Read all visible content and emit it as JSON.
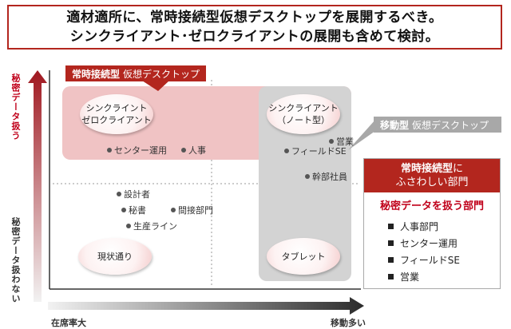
{
  "header": {
    "line1": "適材適所に、常時接続型仮想デスクトップを展開するべき。",
    "line2": "シンクライアント･ゼロクライアントの展開も含めて検討。"
  },
  "y_axis": {
    "top_label": "秘密データ扱う",
    "bottom_label": "秘密データ扱わない"
  },
  "x_axis": {
    "left_label": "在席率大",
    "right_label": "移動多い"
  },
  "callouts": {
    "always_connected": {
      "bold": "常時接続型",
      "rest": "仮想デスクトップ"
    },
    "mobile": {
      "bold": "移動型",
      "rest": "仮想デスクトップ"
    }
  },
  "bubbles": {
    "thin_zero": [
      "シンクライント",
      "ゼロクライアント"
    ],
    "thin_notebook": [
      "シンクライアント",
      "（ノート型）"
    ],
    "current": "現状通り",
    "tablet": "タブレット"
  },
  "departments": {
    "center_ops": "センター運用",
    "hr": "人事",
    "sales": "営業",
    "field_se": "フィールドSE",
    "executives": "幹部社員",
    "designers": "設計者",
    "secretary": "秘書",
    "indirect": "間接部門",
    "production": "生産ライン"
  },
  "panel": {
    "title_bold": "常時接続型",
    "title_rest": "に",
    "title_line2": "ふさわしい部門",
    "subtitle": "秘密データを扱う部門",
    "items": [
      "人事部門",
      "センター運用",
      "フィールドSE",
      "営業"
    ]
  },
  "colors": {
    "accent_red": "#b3261e",
    "pink_band": "#f0c3c4",
    "gray_band": "#d3d3d3"
  }
}
